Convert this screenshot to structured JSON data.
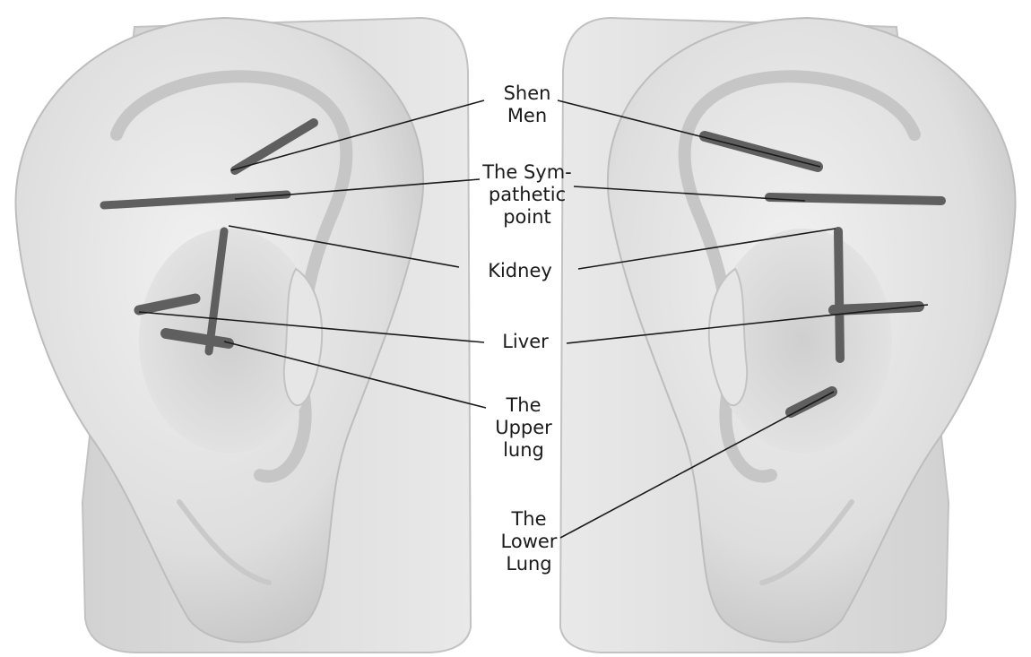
{
  "labels": {
    "shen_men": [
      "Shen",
      "Men"
    ],
    "sympathetic": [
      "The Sym-",
      "pathetic",
      "point"
    ],
    "kidney": [
      "Kidney"
    ],
    "liver": [
      "Liver"
    ],
    "upper_lung": [
      "The",
      "Upper",
      "lung"
    ],
    "lower_lung": [
      "The",
      "Lower",
      "Lung"
    ]
  },
  "colors": {
    "ear_model": "#e4e4e4",
    "ear_shadow": "#b9b9b9",
    "needle": "#5f5f5f",
    "leader_line": "#1a1a1a",
    "label_text": "#1a1a1a"
  }
}
